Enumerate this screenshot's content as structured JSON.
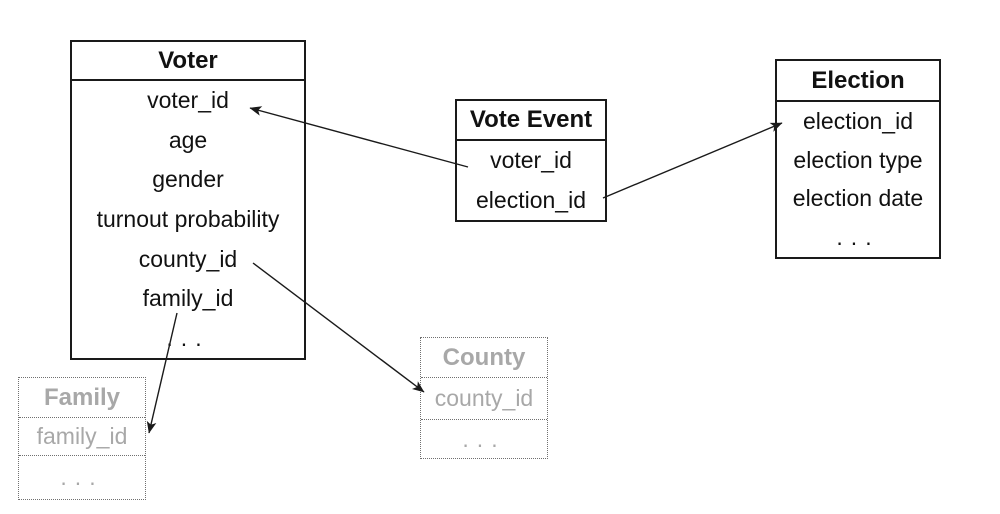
{
  "diagram": {
    "tables": {
      "voter": {
        "title": "Voter",
        "fields": [
          "voter_id",
          "age",
          "gender",
          "turnout probability",
          "county_id",
          "family_id",
          "..."
        ]
      },
      "vote_event": {
        "title": "Vote Event",
        "fields": [
          "voter_id",
          "election_id"
        ]
      },
      "election": {
        "title": "Election",
        "fields": [
          "election_id",
          "election type",
          "election date",
          "..."
        ]
      },
      "family": {
        "title": "Family",
        "fields": [
          "family_id",
          "..."
        ]
      },
      "county": {
        "title": "County",
        "fields": [
          "county_id",
          "..."
        ]
      }
    },
    "relationships": [
      {
        "from": "Vote Event.voter_id",
        "to": "Voter.voter_id"
      },
      {
        "from": "Vote Event.election_id",
        "to": "Election.election_id"
      },
      {
        "from": "Voter.family_id",
        "to": "Family.family_id"
      },
      {
        "from": "Voter.county_id",
        "to": "County.county_id"
      }
    ],
    "colors": {
      "text": "#111111",
      "muted_text": "#a8a8a8",
      "border": "#1a1a1a",
      "muted_border": "#707070",
      "arrow": "#1a1a1a",
      "background": "#ffffff"
    }
  }
}
